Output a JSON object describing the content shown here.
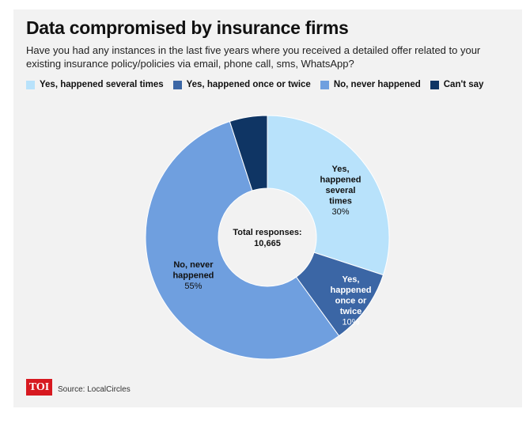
{
  "header": {
    "title": "Data compromised by insurance firms",
    "subtitle": "Have you had any instances in the last five years where you received a detailed offer related to your existing insurance policy/policies via email, phone call, sms, WhatsApp?"
  },
  "legend": [
    {
      "label": "Yes, happened several times",
      "color": "#b8e2fb"
    },
    {
      "label": "Yes, happened once or twice",
      "color": "#3b66a5"
    },
    {
      "label": "No, never happened",
      "color": "#6f9fdf"
    },
    {
      "label": "Can't say",
      "color": "#0f3564"
    }
  ],
  "chart_data": {
    "type": "pie",
    "variant": "donut",
    "center_label": "Total responses:",
    "center_value": "10,665",
    "slices": [
      {
        "name": "Yes, happened several times",
        "label_lines": [
          "Yes,",
          "happened",
          "several",
          "times"
        ],
        "value": 30,
        "value_text": "30%",
        "color": "#b8e2fb",
        "text_color": "#111111"
      },
      {
        "name": "Yes, happened once or twice",
        "label_lines": [
          "Yes,",
          "happened",
          "once or",
          "twice"
        ],
        "value": 10,
        "value_text": "10%",
        "color": "#3b66a5",
        "text_color": "#ffffff"
      },
      {
        "name": "No, never happened",
        "label_lines": [
          "No, never",
          "happened"
        ],
        "value": 55,
        "value_text": "55%",
        "color": "#6f9fdf",
        "text_color": "#111111"
      },
      {
        "name": "Can't say",
        "label_lines": [],
        "value": 5,
        "value_text": "",
        "color": "#0f3564",
        "text_color": "#ffffff"
      }
    ]
  },
  "footer": {
    "logo_text": "TOI",
    "source": "Source: LocalCircles"
  }
}
